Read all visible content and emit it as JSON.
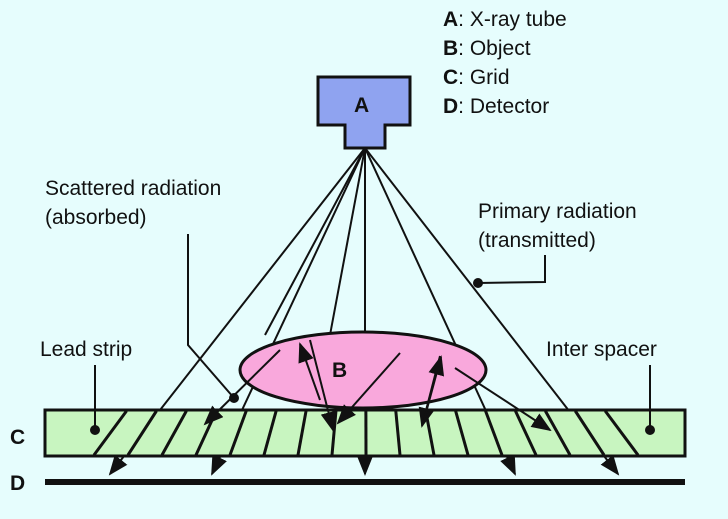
{
  "legend": [
    {
      "key": "A",
      "text": ": X-ray tube"
    },
    {
      "key": "B",
      "text": ": Object"
    },
    {
      "key": "C",
      "text": ": Grid"
    },
    {
      "key": "D",
      "text": ": Detector"
    }
  ],
  "labels": {
    "tube": "A",
    "object": "B",
    "grid": "C",
    "detector": "D",
    "scattered_1": "Scattered radiation",
    "scattered_2": "(absorbed)",
    "primary_1": "Primary radiation",
    "primary_2": "(transmitted)",
    "lead_strip": "Lead strip",
    "inter_spacer": "Inter spacer"
  },
  "colors": {
    "background": "#e6fdfd",
    "tube": "#8fa3f0",
    "object": "#f9a8dc",
    "grid": "#c8f5c0"
  }
}
